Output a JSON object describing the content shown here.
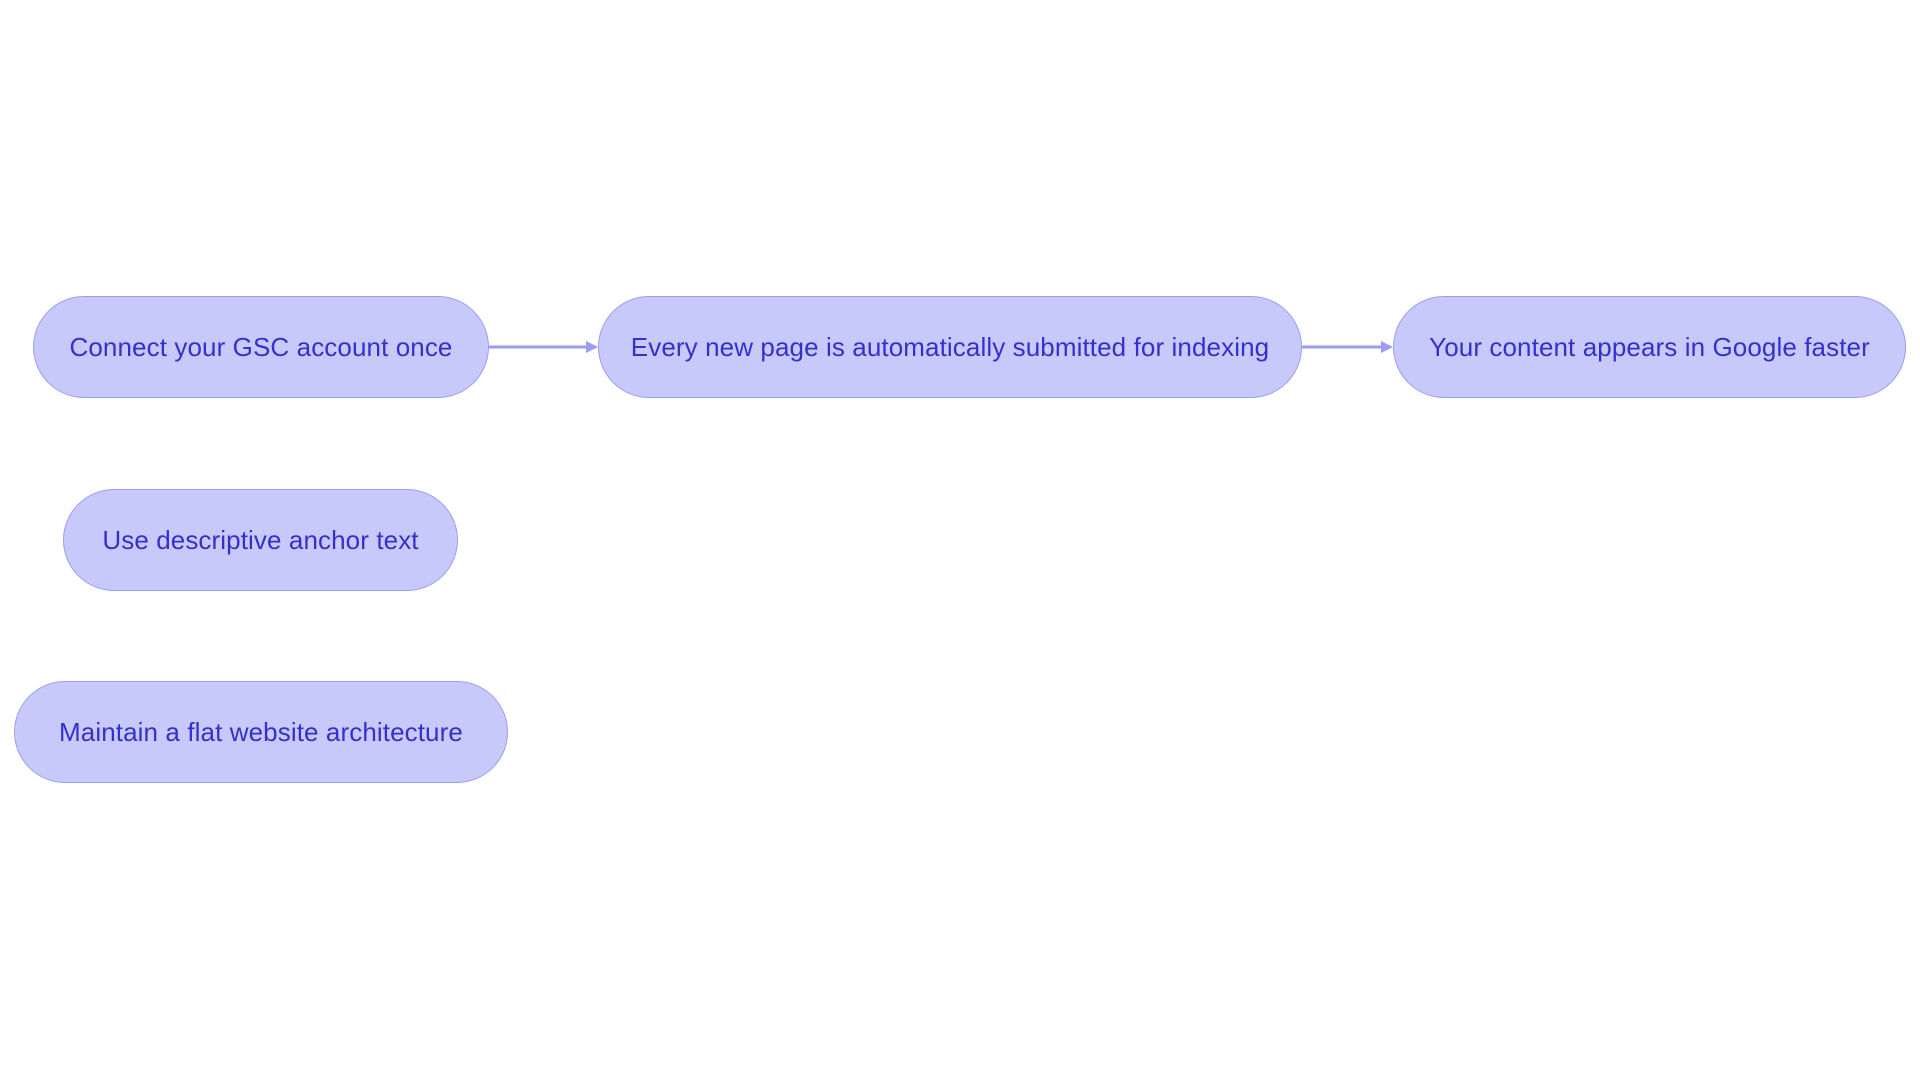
{
  "diagram": {
    "colors": {
      "node_fill": "#c8c9fb",
      "node_border": "#9b9ef0",
      "node_text": "#3330cc",
      "edge": "#9b9ef0"
    },
    "nodes": {
      "connect": "Connect your GSC account once",
      "submitted": "Every new page is automatically submitted for indexing",
      "faster": "Your content appears in Google faster",
      "anchor": "Use descriptive anchor text",
      "flat": "Maintain a flat website architecture"
    },
    "edges": [
      {
        "from": "connect",
        "to": "submitted"
      },
      {
        "from": "submitted",
        "to": "faster"
      }
    ]
  }
}
